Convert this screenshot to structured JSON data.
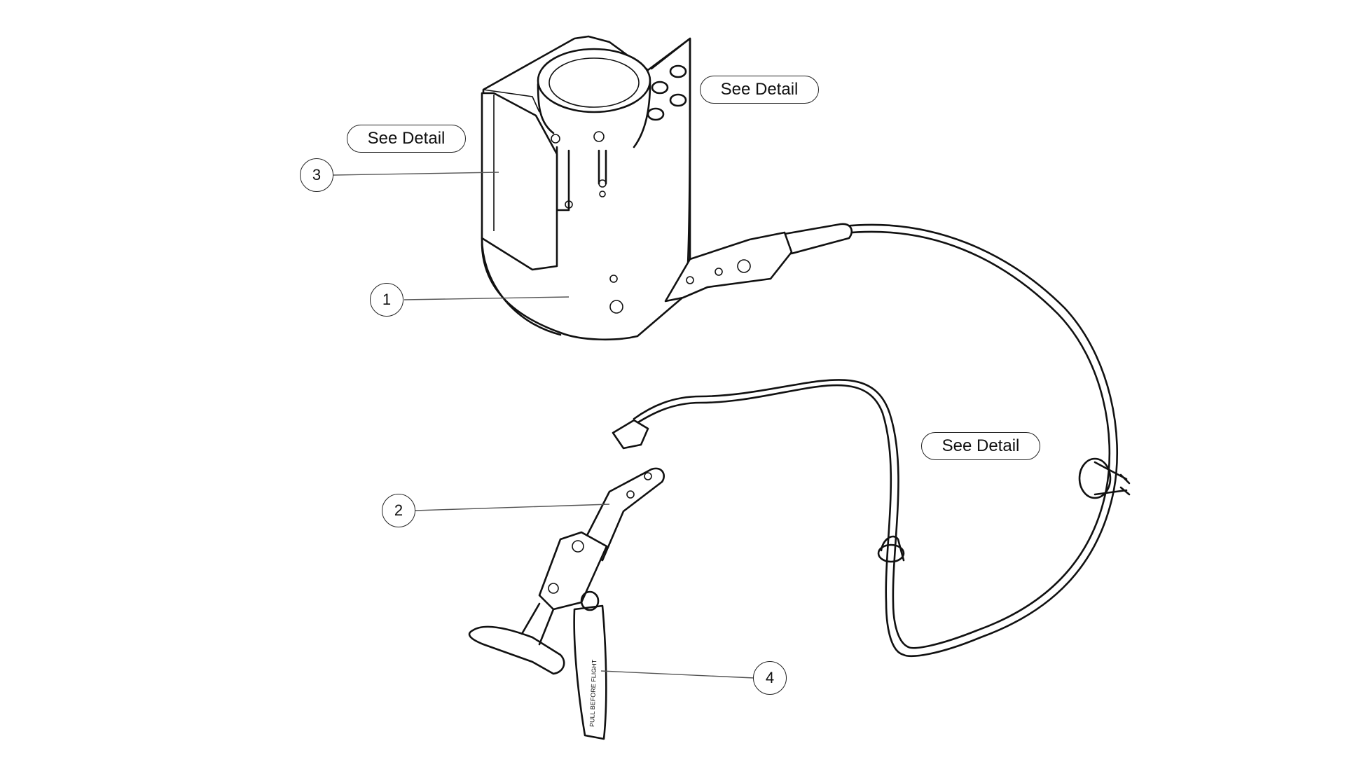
{
  "callouts": [
    {
      "number": "1"
    },
    {
      "number": "2"
    },
    {
      "number": "3"
    },
    {
      "number": "4"
    }
  ],
  "see_detail": [
    {
      "label": "See Detail"
    },
    {
      "label": "See Detail"
    },
    {
      "label": "See Detail"
    }
  ],
  "tag_text": "PULL BEFORE FLIGHT",
  "colors": {
    "line": "#111111",
    "leader": "#555555",
    "background": "#ffffff"
  }
}
